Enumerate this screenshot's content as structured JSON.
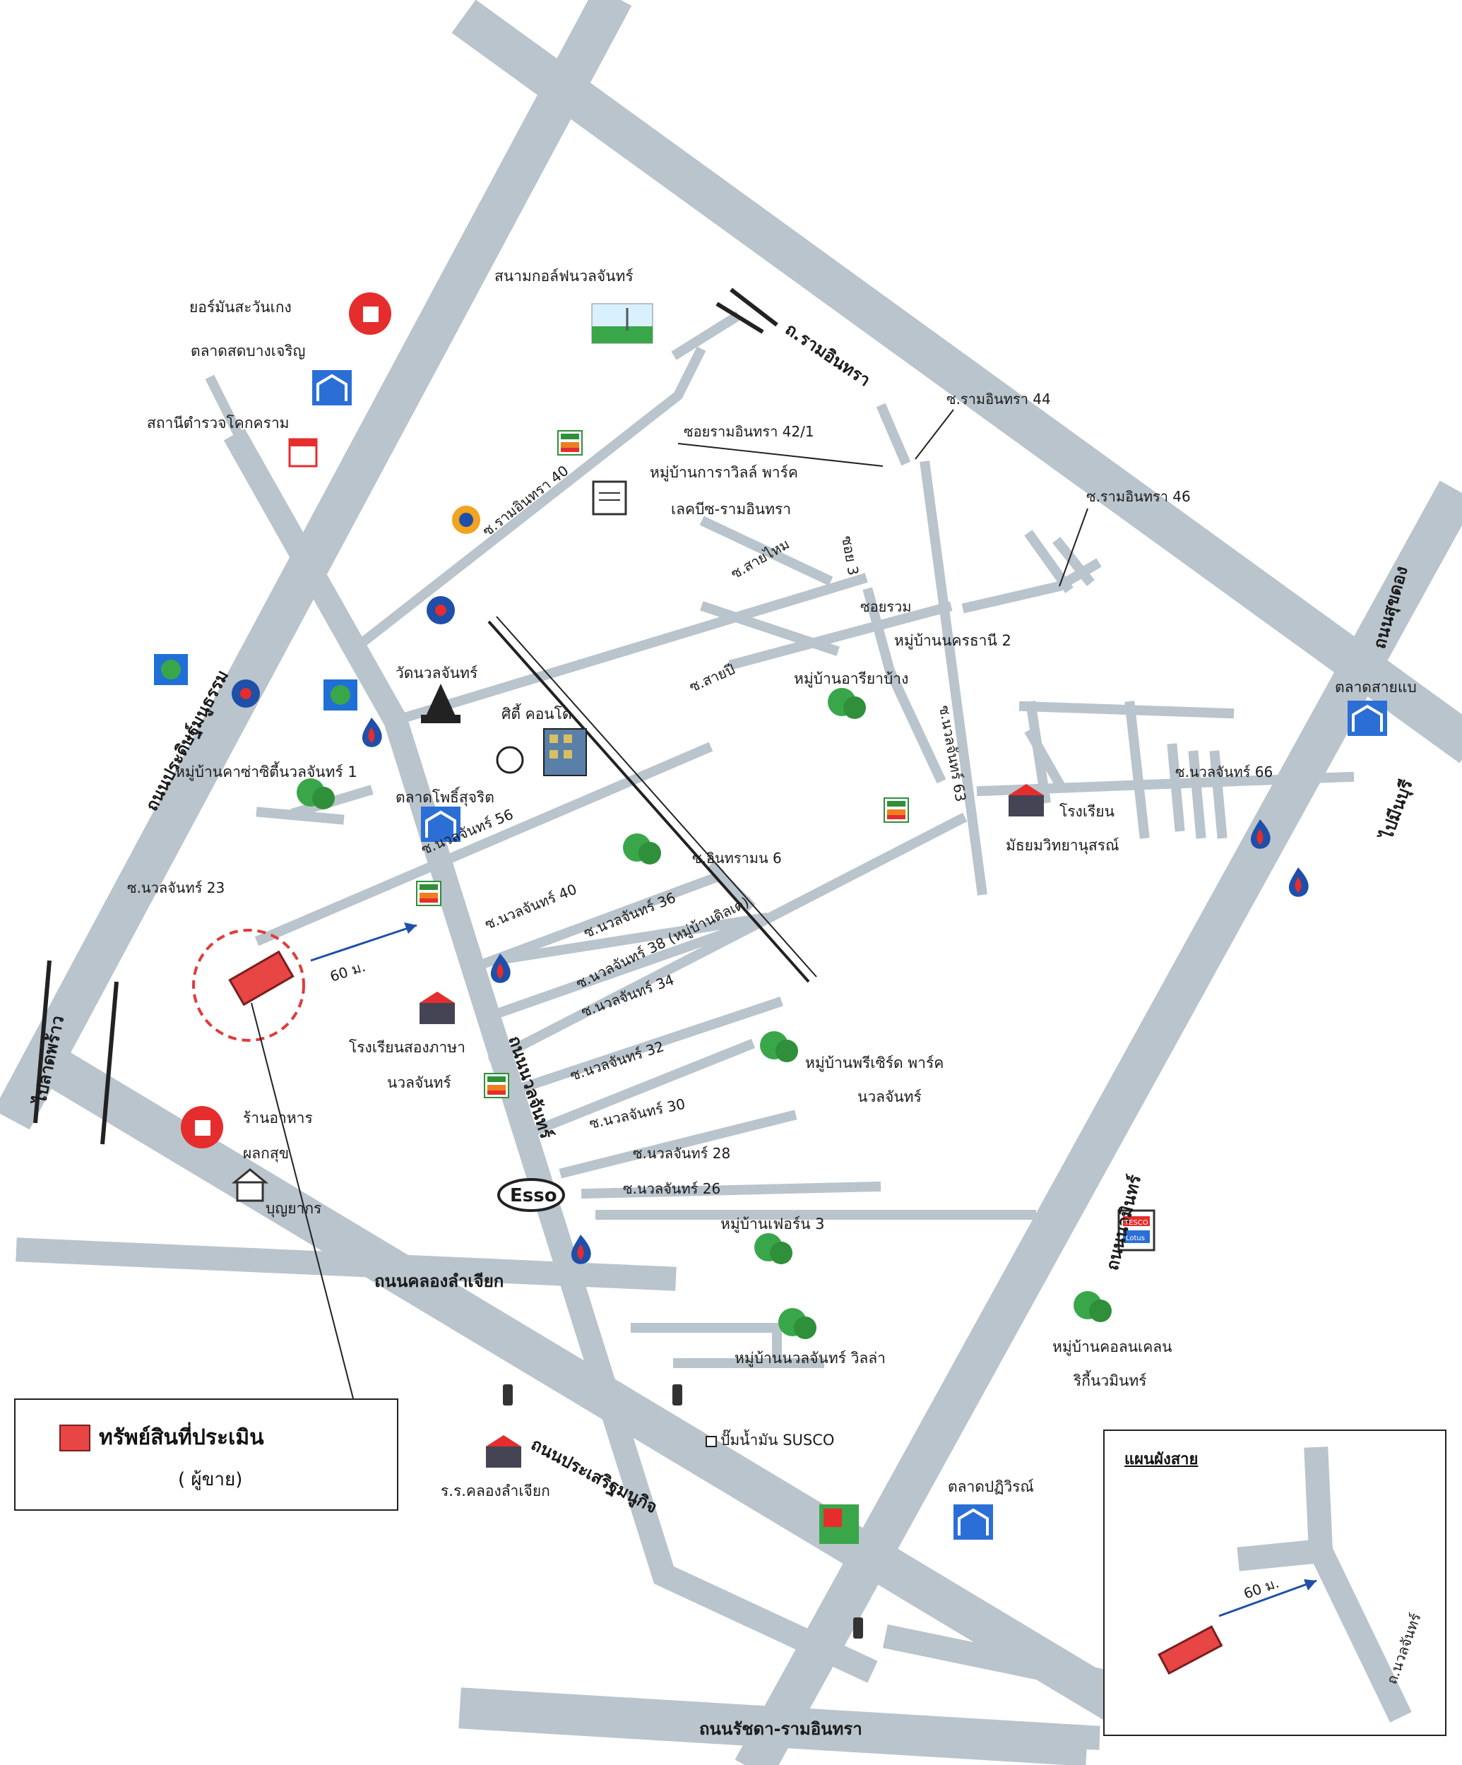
{
  "roads": {
    "ramintra": "ถ.รามอินทรา",
    "pradit_manutham": "ถนนประดิษฐ์มนูธรรม",
    "nuanchan_road": "ถนนนวลจันทร์",
    "khlong_lam_chiak": "ถนนคลองลำเจียก",
    "ratchada_ramintra": "ถนนรัชดา-รามอินทรา",
    "nawamin": "ถนนนวมินทร์",
    "prasert_manukit": "ถนนประเสริฐมนูกิจ",
    "to_lat_phrao": "ไปลาดพร้าว",
    "to_min_buri": "ไปมีนบุรี",
    "suk_dong": "ถนนสุขดอง"
  },
  "sois": {
    "ramintra_44": "ซ.รามอินทรา 44",
    "ramintra_46": "ซ.รามอินทรา 46",
    "ramintra_42_1": "ซอยรามอินทรา 42/1",
    "ramintra_40": "ซ.รามอินทรา 40",
    "nuanchan_23": "ซ.นวลจันทร์ 23",
    "nuanchan_56": "ซ.นวลจันทร์ 56",
    "nuanchan_36": "ซ.นวลจันทร์ 36",
    "nuanchan_40": "ซ.นวลจันทร์ 40",
    "nuanchan_38": "ซ.นวลจันทร์ 38 (หมู่บ้านดิลเด)",
    "nuanchan_34": "ซ.นวลจันทร์ 34",
    "nuanchan_32": "ซ.นวลจันทร์ 32",
    "nuanchan_30": "ซ.นวลจันทร์ 30",
    "nuanchan_28": "ซ.นวลจันทร์ 28",
    "nuanchan_26": "ซ.นวลจันทร์ 26",
    "nuanchan_63": "ซ.นวลจันทร์ 63",
    "nuanchan_66": "ซ.นวลจันทร์ 66",
    "sai_mai": "ซ.สายไหม",
    "sai_2": "ซ.สายปี",
    "soi_ruam": "ซอยรวม",
    "soi_3": "ซอย 3",
    "intharamongkol": "ซ.อินทรามน 6"
  },
  "places": {
    "golf": "สนามกอล์ฟนวลจันทร์",
    "yoman": "ยอร์มันสะวันเกง",
    "market_charoen": "ตลาดสดบางเจริญ",
    "police": "สถานีตำรวจโคกคราม",
    "moo_ban_ramintra": "หมู่บ้านการาวิลล์ พาร์ค",
    "lakeside": "เลคบีซ-รามอินทรา",
    "moo_ban_nakorn": "หมู่บ้านนครธานี 2",
    "moo_ban_arch": "หมู่บ้านอารียาบ้าง",
    "wat_nuanchan": "วัดนวลจันทร์",
    "condo": "ศิตี้ คอนโด",
    "moo_ban_kaew": "หมู่บ้านคาซ่าซิตี้นวลจันทร์ 1",
    "market_phue": "ตลาดโพธิ์สุจริต",
    "market_right": "ตลาดสายแบ",
    "school_right_1": "โรงเรียน",
    "school_right_2": "มัธยมวิทยานุสรณ์",
    "school_mid_1": "โรงเรียนสองภาษา",
    "school_mid_2": "นวลจันทร์",
    "moo_ban_mid": "หมู่บ้านพรีเซิร์ด พาร์ค",
    "moo_ban_mid_2": "นวลจันทร์",
    "shop_1": "ร้านอาหาร",
    "shop_2": "ผลกสุข",
    "bunyakorn": "บุญยากร",
    "moo_ban_fiew": "หมู่บ้านเฟอร์น 3",
    "moo_ban_villa": "หมู่บ้านนวลจันทร์ วิลล่า",
    "moo_ban_kolon_1": "หมู่บ้านคอลนเคลน",
    "moo_ban_kolon_2": "ริกี้นวมินทร์",
    "pump_susco": "ปั๊มน้ำมัน SUSCO",
    "school_bottom": "ร.ร.คลองลำเจียก",
    "market_bottom": "ตลาดปฏิวิรณ์",
    "esso": "Esso",
    "tesco_1": "TESCO",
    "tesco_2": "Lotus",
    "dist_main": "60 ม.",
    "dist_inset": "60 ม."
  },
  "legend": {
    "title": "ทรัพย์สินที่ประเมิน",
    "subtitle": "( ผู้ขาย)"
  },
  "inset": {
    "title": "แผนผังสาย",
    "road_label": "ถ.นวลจันทร์",
    "distance": "60 ม."
  },
  "colors": {
    "road": "#b9c4cc",
    "subject_property": "#e84545",
    "seven_eleven_green": "#2f8f3a",
    "seven_eleven_orange": "#ee7f1f",
    "ptt_blue": "#1f4fa8",
    "ptt_flame": "#e52d2d",
    "market_blue": "#2b6fd6",
    "tree_green": "#3aa64a",
    "radius_dash": "#e23a3a"
  },
  "icons": [
    "seven-eleven-icon",
    "ptt-station-icon",
    "market-icon",
    "tree-village-icon",
    "school-icon",
    "temple-icon",
    "condo-icon",
    "hospital-icon",
    "police-icon",
    "golf-icon",
    "esso-logo-icon",
    "tesco-icon",
    "bus-stop-icon"
  ]
}
